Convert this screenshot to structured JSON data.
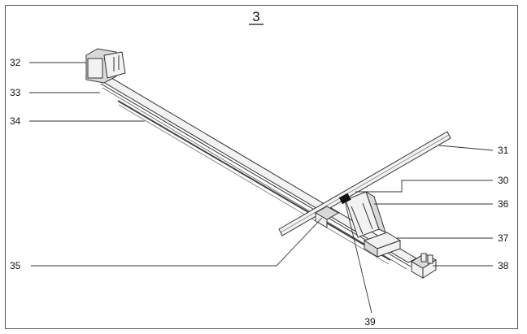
{
  "figure": {
    "number": "3",
    "labels": {
      "l30": "30",
      "l31": "31",
      "l32": "32",
      "l33": "33",
      "l34": "34",
      "l35": "35",
      "l36": "36",
      "l37": "37",
      "l38": "38",
      "l39": "39"
    }
  }
}
